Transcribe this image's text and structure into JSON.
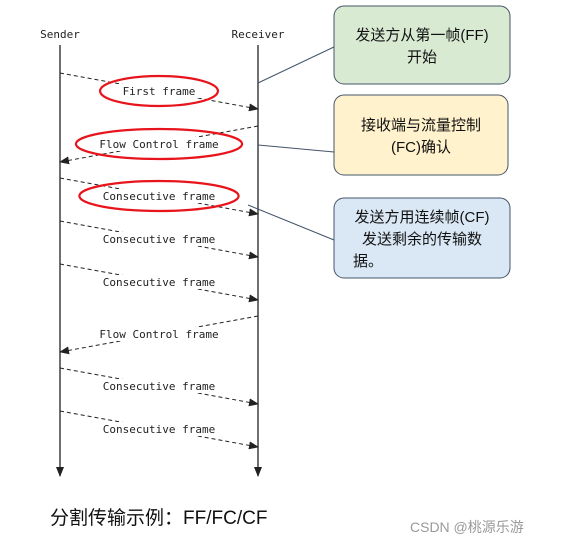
{
  "lifelines": {
    "sender": "Sender",
    "receiver": "Receiver"
  },
  "frames": [
    {
      "label": "First frame",
      "direction": "to-receiver",
      "highlighted": true
    },
    {
      "label": "Flow Control frame",
      "direction": "to-sender",
      "highlighted": true
    },
    {
      "label": "Consecutive frame",
      "direction": "to-receiver",
      "highlighted": true
    },
    {
      "label": "Consecutive frame",
      "direction": "to-receiver",
      "highlighted": false
    },
    {
      "label": "Consecutive frame",
      "direction": "to-receiver",
      "highlighted": false
    },
    {
      "label": "Flow Control frame",
      "direction": "to-sender",
      "highlighted": false
    },
    {
      "label": "Consecutive frame",
      "direction": "to-receiver",
      "highlighted": false
    },
    {
      "label": "Consecutive frame",
      "direction": "to-receiver",
      "highlighted": false
    }
  ],
  "callouts": [
    {
      "lines": [
        "发送方从第一帧(FF)",
        "开始"
      ],
      "fill": "#d9ead3",
      "stroke": "#44546a"
    },
    {
      "lines": [
        "接收端与流量控制",
        "(FC)确认"
      ],
      "fill": "#fff2cc",
      "stroke": "#44546a"
    },
    {
      "lines": [
        "发送方用连续帧(CF)",
        "发送剩余的传输数",
        "据。"
      ],
      "fill": "#dae8f5",
      "stroke": "#44546a"
    }
  ],
  "highlight_color": "#e8141c",
  "caption": "分割传输示例：FF/FC/CF",
  "watermark": "CSDN @桃源乐游"
}
